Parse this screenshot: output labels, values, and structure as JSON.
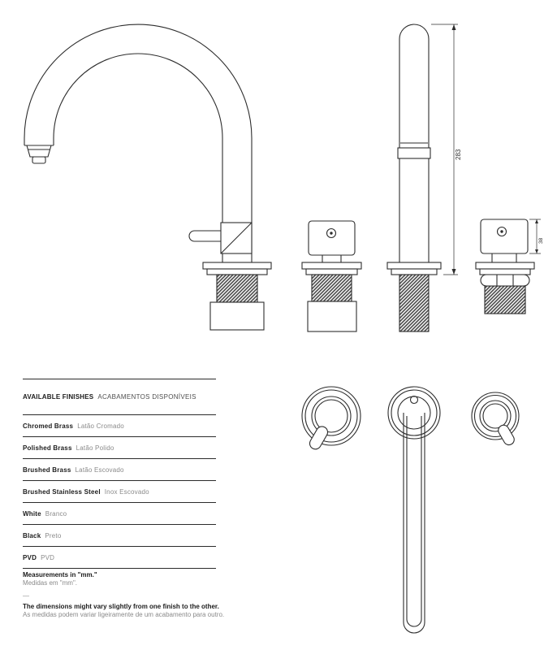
{
  "finishes": {
    "header_en": "AVAILABLE FINISHES",
    "header_pt": "ACABAMENTOS DISPONÍVEIS",
    "rows": [
      {
        "en": "Chromed Brass",
        "pt": "Latão Cromado"
      },
      {
        "en": "Polished Brass",
        "pt": "Latão Polido"
      },
      {
        "en": "Brushed Brass",
        "pt": "Latão Escovado"
      },
      {
        "en": "Brushed Stainless Steel",
        "pt": "Inox Escovado"
      },
      {
        "en": "White",
        "pt": "Branco"
      },
      {
        "en": "Black",
        "pt": "Preto"
      },
      {
        "en": "PVD",
        "pt": "PVD"
      }
    ]
  },
  "notes": {
    "measurements_en": "Measurements in \"mm.\"",
    "measurements_pt": "Medidas em \"mm\".",
    "separator": "—",
    "variation_en": "The dimensions might vary slightly from one finish to the other.",
    "variation_pt": "As medidas podem variar ligeiramente de um acabamento para outro."
  },
  "dimensions": {
    "spout_height_mm": "283",
    "handle_height_mm": "38"
  }
}
